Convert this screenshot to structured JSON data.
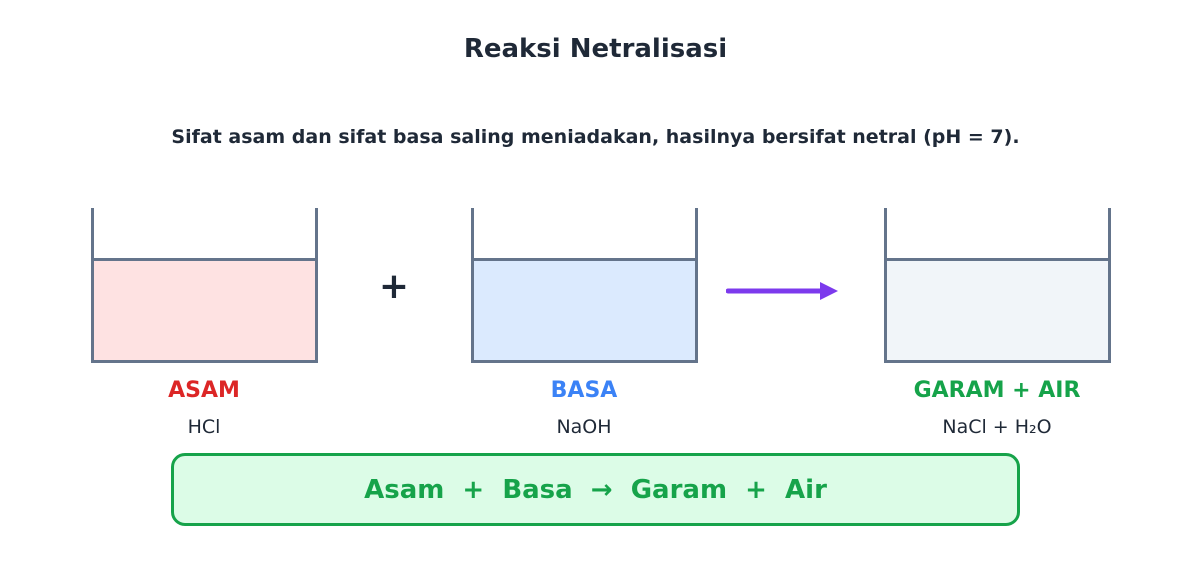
{
  "title": "Reaksi Netralisasi",
  "subtitle": "Sifat asam dan sifat basa saling meniadakan, hasilnya bersifat netral (pH = 7).",
  "operator_plus": "+",
  "beakers": [
    {
      "label": "ASAM",
      "formula": "HCl",
      "label_color": "#dc2626",
      "liquid_color": "#fee2e2"
    },
    {
      "label": "BASA",
      "formula": "NaOH",
      "label_color": "#3b82f6",
      "liquid_color": "#dbeafe"
    },
    {
      "label": "GARAM + AIR",
      "formula": "NaCl + H₂O",
      "label_color": "#16a34a",
      "liquid_color": "#f1f5f9"
    }
  ],
  "arrow_color": "#7c3aed",
  "equation": "Asam  +  Basa  →  Garam  +  Air",
  "colors": {
    "beaker_outline": "#64748b",
    "equation_border": "#16a34a",
    "equation_fill": "#dcfce7",
    "text": "#1f2937"
  }
}
